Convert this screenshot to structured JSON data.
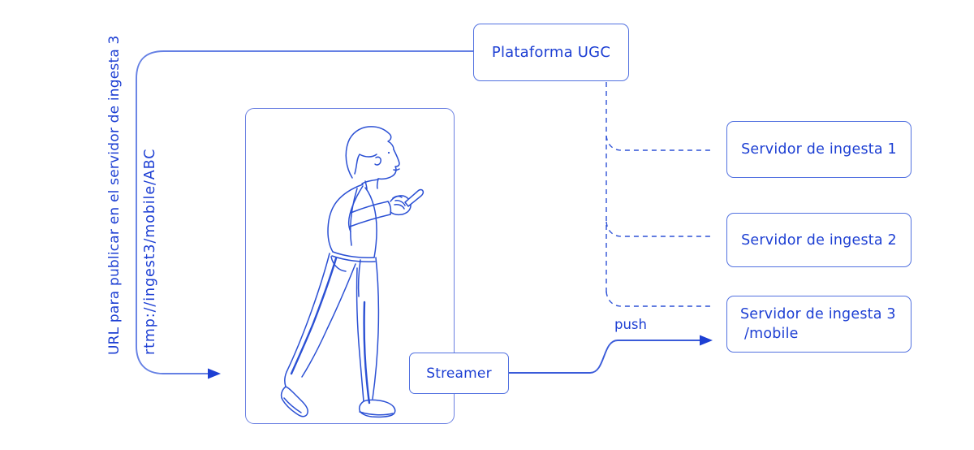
{
  "diagram": {
    "platform": {
      "label": "Plataforma UGC"
    },
    "streamer": {
      "label": "Streamer"
    },
    "servers": [
      {
        "label": "Servidor de ingesta 1"
      },
      {
        "label": "Servidor de ingesta 2"
      },
      {
        "label": "Servidor de ingesta 3",
        "sublabel": "/mobile"
      }
    ],
    "push_label": "push",
    "annotations": {
      "url_note": "URL para publicar en el servidor de ingesta 3",
      "rtmp_url": "rtmp://ingest3/mobile/ABC"
    },
    "figure": "walking-person-looking-at-phone",
    "colors": {
      "text_blue": "#1d3fd3",
      "border_blue": "#5271e0",
      "line_blue": "#2b50d4",
      "light_connector_blue": "#6580e4",
      "background": "#ffffff"
    }
  }
}
